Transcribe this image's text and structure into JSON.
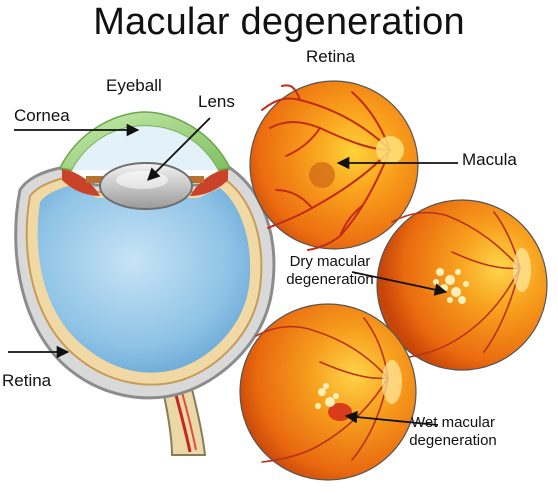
{
  "title": "Macular degeneration",
  "labels": {
    "eyeball": "Eyeball",
    "cornea": "Cornea",
    "lens": "Lens",
    "retina_top": "Retina",
    "macula": "Macula",
    "retina_left": "Retina",
    "dry": "Dry macular degeneration",
    "wet": "Wet macular degeneration"
  },
  "colors": {
    "vitreous": "#9ccbe8",
    "retina_orange": "#ef7d14",
    "cornea_green": "#a8d88a",
    "arrow": "#111111"
  }
}
